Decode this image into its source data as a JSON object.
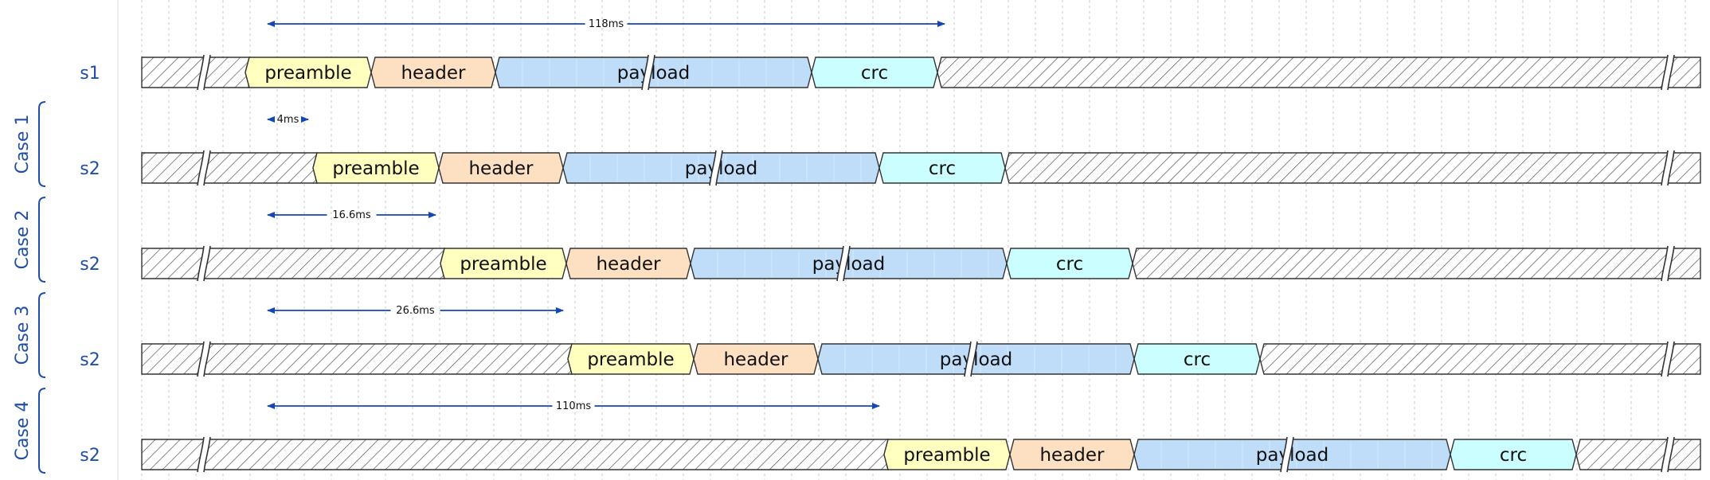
{
  "diagram": {
    "segment_labels": {
      "preamble": "preamble",
      "header": "header",
      "payload": "payload",
      "crc": "crc"
    },
    "colors": {
      "preamble": "#ffffc0",
      "header": "#fde0c2",
      "payload": "#bfdcf8",
      "crc": "#cbffff",
      "label": "#1f4fa8",
      "arrow": "#1346b8",
      "outline": "#333333",
      "grid": "#c8c8c8"
    },
    "rows": [
      {
        "signal": "s1",
        "case": "",
        "delay": "118ms"
      },
      {
        "signal": "s2",
        "case": "Case 1",
        "delay": "4ms"
      },
      {
        "signal": "s2",
        "case": "Case 2",
        "delay": "16.6ms"
      },
      {
        "signal": "s2",
        "case": "Case 3",
        "delay": "26.6ms"
      },
      {
        "signal": "s2",
        "case": "Case 4",
        "delay": "110ms"
      }
    ]
  }
}
